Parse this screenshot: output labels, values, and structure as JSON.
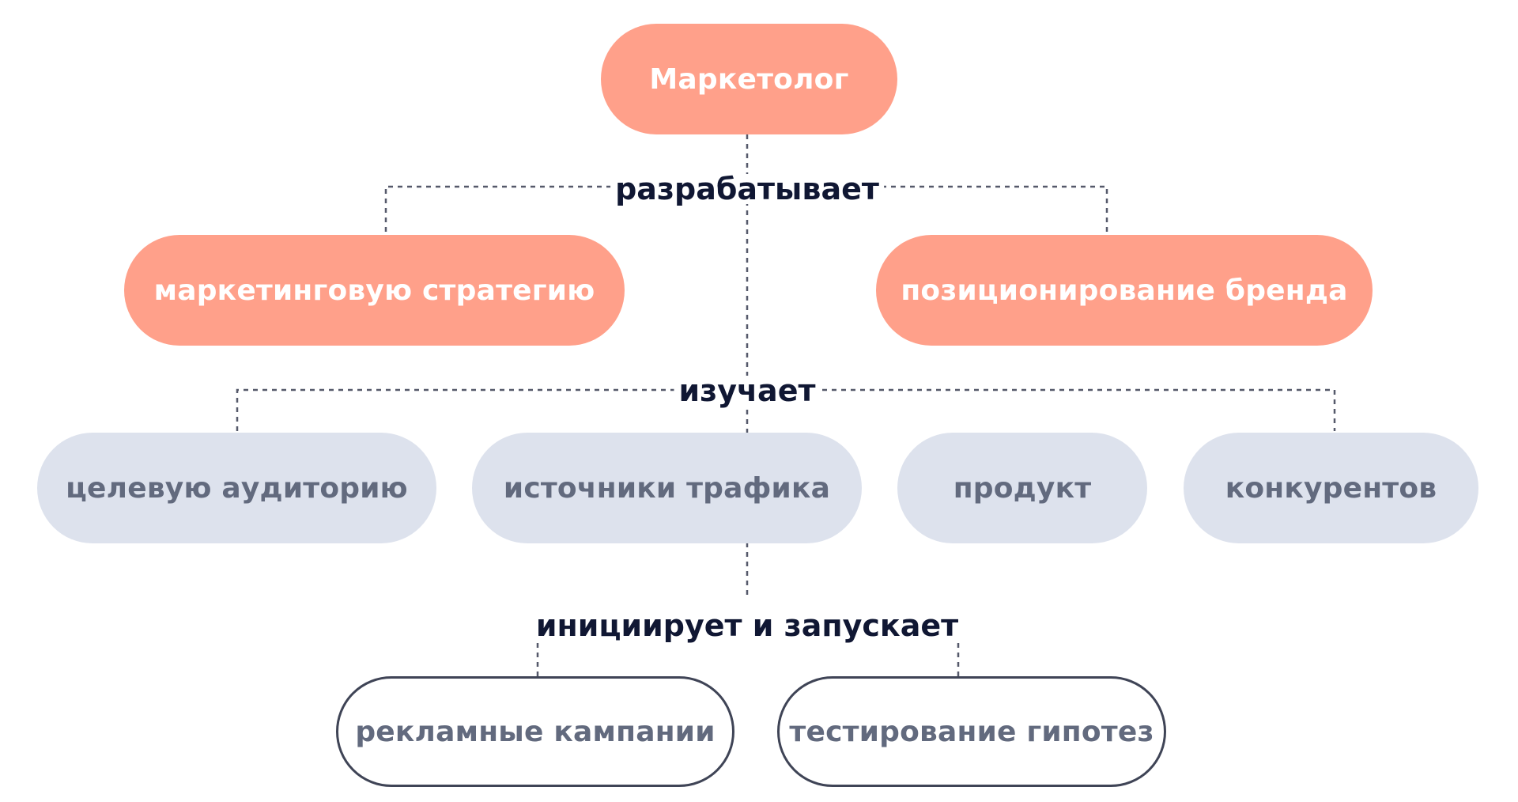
{
  "colors": {
    "primary_fill": "#FFA08A",
    "secondary_fill": "#DDE2ED",
    "outline_stroke": "#3F4456",
    "connector": "#55596A",
    "verb_text": "#101733"
  },
  "root": {
    "label": "Маркетолог"
  },
  "verbs": {
    "develops": "разрабатывает",
    "studies": "изучает",
    "initiates": "инициирует и запускает"
  },
  "develops_items": [
    "маркетинговую стратегию",
    "позиционирование бренда"
  ],
  "studies_items": [
    "целевую аудиторию",
    "источники трафика",
    "продукт",
    "конкурентов"
  ],
  "initiates_items": [
    "рекламные кампании",
    "тестирование гипотез"
  ]
}
